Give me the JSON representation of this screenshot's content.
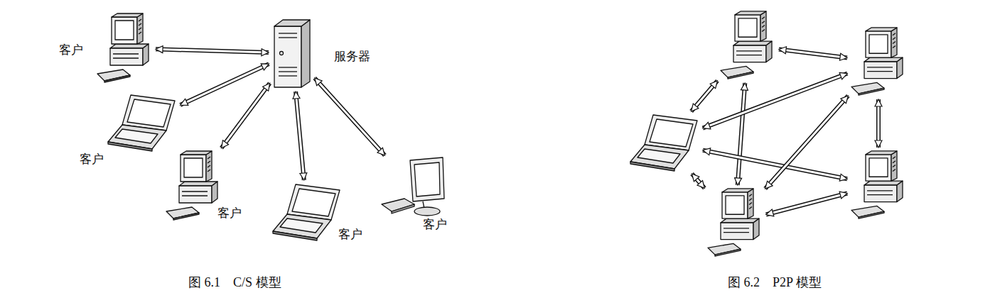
{
  "diagram": {
    "nodes": [
      {
        "text": [
          "客户"
        ]
      },
      {
        "text": [
          "服务器"
        ]
      },
      {
        "text": [
          "客户"
        ]
      },
      {
        "text": [
          "客户"
        ]
      },
      {
        "text": [
          "客户"
        ]
      },
      {
        "text": [
          "客户"
        ]
      },
      {
        "text": []
      },
      {
        "text": []
      },
      {
        "text": []
      },
      {
        "text": []
      },
      {
        "text": []
      }
    ],
    "edges": [
      {
        "from": 0,
        "to": 1,
        "arrow": "both"
      },
      {
        "from": 2,
        "to": 1,
        "arrow": "both"
      },
      {
        "from": 3,
        "to": 1,
        "arrow": "both"
      },
      {
        "from": 4,
        "to": 1,
        "arrow": "both"
      },
      {
        "from": 5,
        "to": 1,
        "arrow": "both"
      },
      {
        "from": 6,
        "to": 7,
        "arrow": "both"
      },
      {
        "from": 8,
        "to": 6,
        "arrow": "both"
      },
      {
        "from": 6,
        "to": 10,
        "arrow": "both"
      },
      {
        "from": 8,
        "to": 7,
        "arrow": "both"
      },
      {
        "from": 8,
        "to": 9,
        "arrow": "both"
      },
      {
        "from": 8,
        "to": 10,
        "arrow": "both"
      },
      {
        "from": 10,
        "to": 9,
        "arrow": "both"
      },
      {
        "from": 10,
        "to": 7,
        "arrow": "both"
      },
      {
        "from": 7,
        "to": 9,
        "arrow": "both"
      }
    ],
    "labels": [
      "图 6.1　C/S 模型",
      "图 6.2　P2P 模型"
    ]
  }
}
